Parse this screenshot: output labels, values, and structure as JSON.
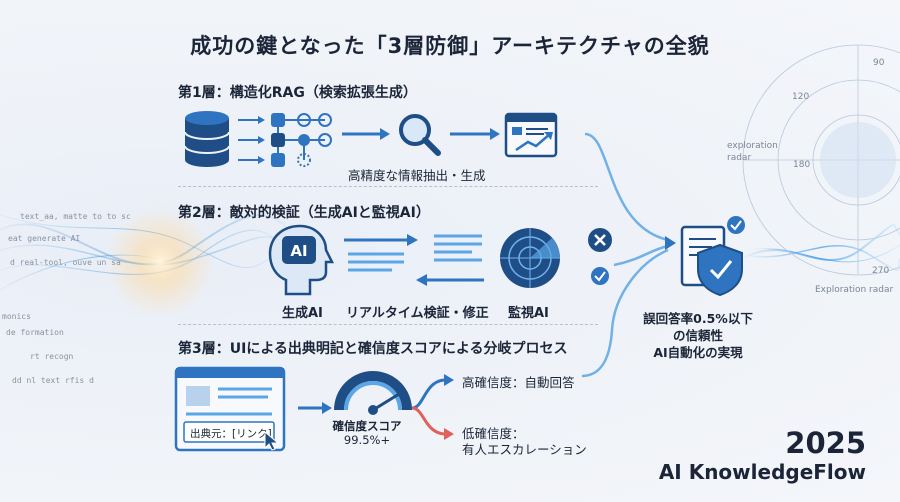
{
  "title": "成功の鍵となった「3層防御」アーキテクチャの全貌",
  "layer1": {
    "heading": "第1層：構造化RAG（検索拡張生成）",
    "caption": "高精度な情報抽出・生成"
  },
  "layer2": {
    "heading": "第2層：敵対的検証（生成AIと監視AI）",
    "ai_badge": "AI",
    "generator_label": "生成AI",
    "process_label": "リアルタイム検証・修正",
    "monitor_label": "監視AI"
  },
  "layer3": {
    "heading": "第3層：UIによる出典明記と確信度スコアによる分岐プロセス",
    "source_link": "出典元：[リンク]",
    "score_label": "確信度スコア",
    "score_value": "99.5%+",
    "high_branch": "高確信度：自動回答",
    "low_branch_line1": "低確信度：",
    "low_branch_line2": "有人エスカレーション"
  },
  "result": {
    "line1": "誤回答率0.5%以下",
    "line2": "の信頼性",
    "line3": "AI自動化の実現"
  },
  "decor": {
    "radar_label1": "exploration",
    "radar_label2": "radar",
    "radar_label3": "Exploration radar",
    "tick_90": "90",
    "tick_120": "120",
    "tick_180": "180",
    "tick_270": "270",
    "left_code": [
      "text_aa, matte to to sc",
      "eat generate AI",
      "d real-tool, ouve un sa",
      "monics",
      "de formation",
      "rt recogn",
      "dd nl text rfis d"
    ]
  },
  "brand": {
    "year": "2025",
    "name": "AI KnowledgeFlow"
  },
  "colors": {
    "navy": "#1f4e87",
    "blue": "#2f74c0",
    "light_blue": "#5aa6e6",
    "red": "#e0605a",
    "text": "#1b2537"
  }
}
